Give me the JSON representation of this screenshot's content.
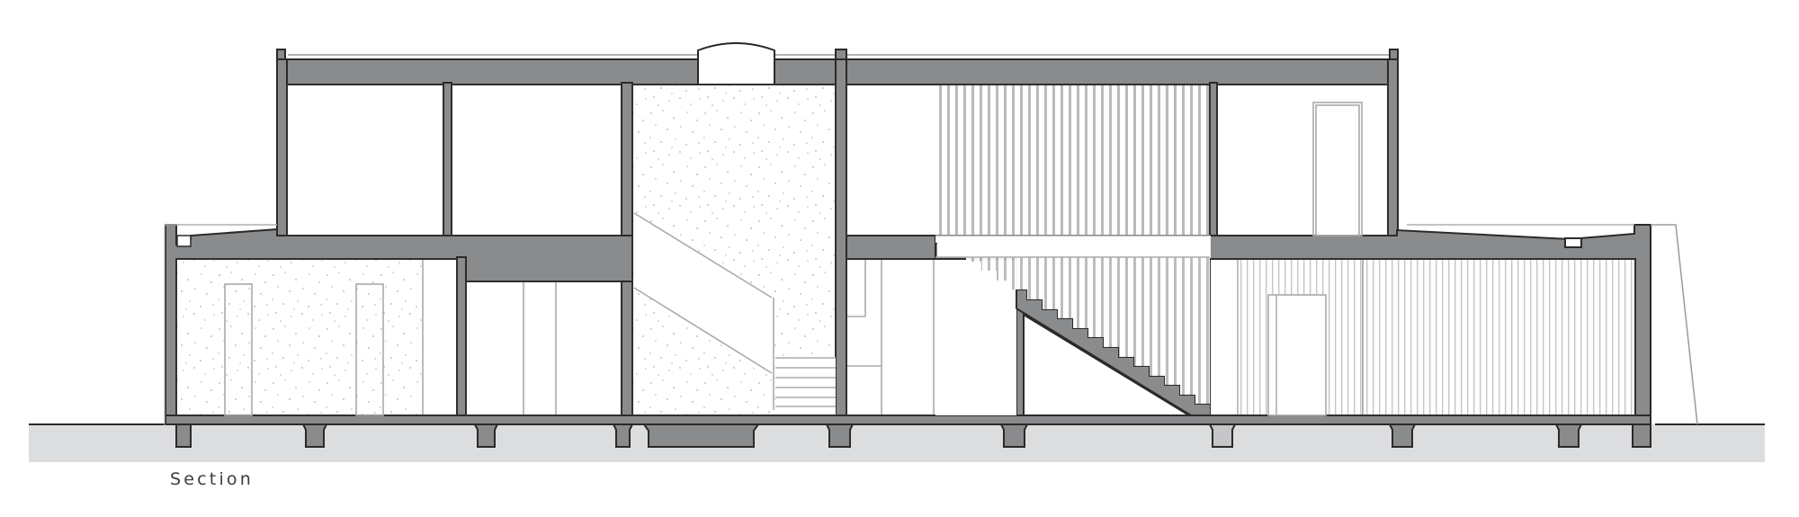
{
  "drawing": {
    "type": "architectural-section",
    "caption": "Section",
    "colors": {
      "cut_fill": "#8a8b8d",
      "outline": "#2a2a2a",
      "ground": "#dcdddf",
      "hatch": "#b4b5b7",
      "background": "#ffffff"
    },
    "elements": [
      "roof-slab",
      "rooflight",
      "upper-floor-rooms",
      "stair-void-speckled",
      "main-stair",
      "cladding-louvres",
      "lower-floor-rooms",
      "foundation-beams",
      "ground-line",
      "retaining-wall"
    ]
  }
}
